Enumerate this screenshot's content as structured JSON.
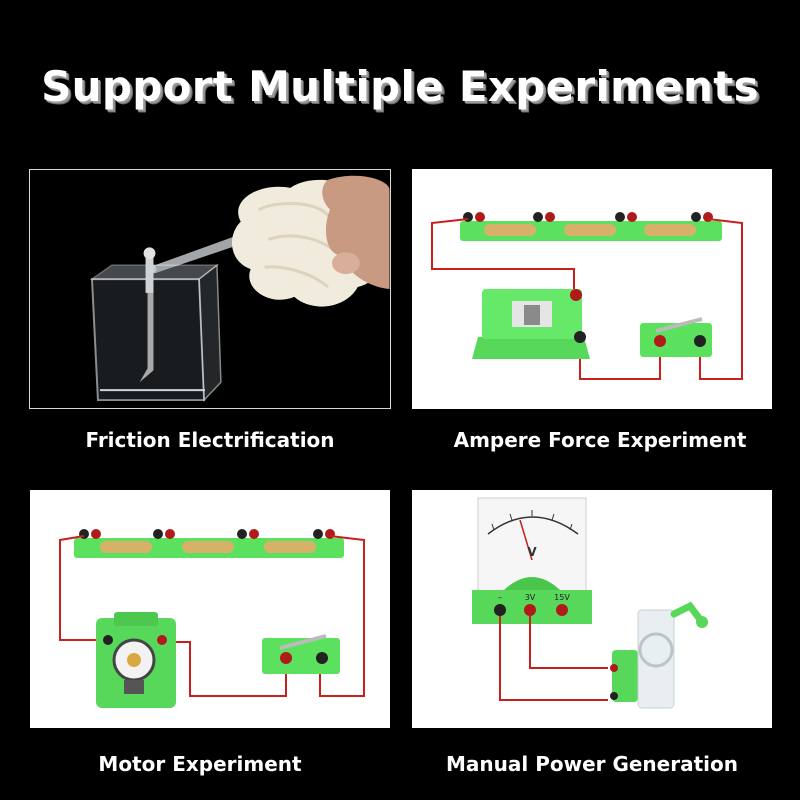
{
  "title": "Support Multiple Experiments",
  "panels": [
    {
      "caption": "Friction Electrification",
      "image": "friction-electrification-photo"
    },
    {
      "caption": "Ampere Force Experiment",
      "image": "ampere-force-circuit-photo"
    },
    {
      "caption": "Motor Experiment",
      "image": "motor-circuit-photo"
    },
    {
      "caption": "Manual Power Generation",
      "image": "manual-generator-voltmeter-photo"
    }
  ],
  "voltmeter": {
    "unit": "V",
    "terminals": [
      "–",
      "3V",
      "15V"
    ]
  },
  "colors": {
    "background": "#000000",
    "kit_green": "#58e05a",
    "wire_red": "#c8201c",
    "title_text": "#ffffff"
  }
}
